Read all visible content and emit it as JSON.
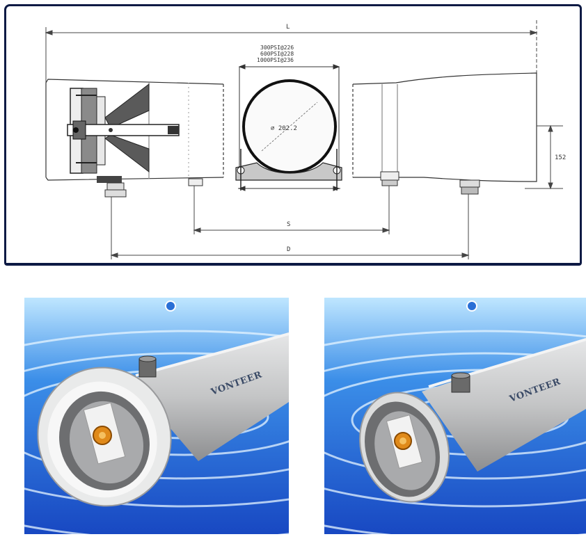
{
  "drawing": {
    "length_label": "L",
    "pressure_ratings": [
      "300PSI@226",
      "600PSI@228",
      "1000PSI@236"
    ],
    "diameter_label": "⌀ 202.2",
    "height_label": "152",
    "support_span_label": "S",
    "port_span_label": "D"
  },
  "photos": {
    "left_brand": "VONTEER",
    "right_brand": "VONTEER"
  },
  "colors": {
    "frame": "#0d1a44",
    "water_dark": "#1a56c9",
    "water_light": "#a8d8ff",
    "vessel_shell": "#c9cacb",
    "cap_orange": "#e08a1a"
  }
}
